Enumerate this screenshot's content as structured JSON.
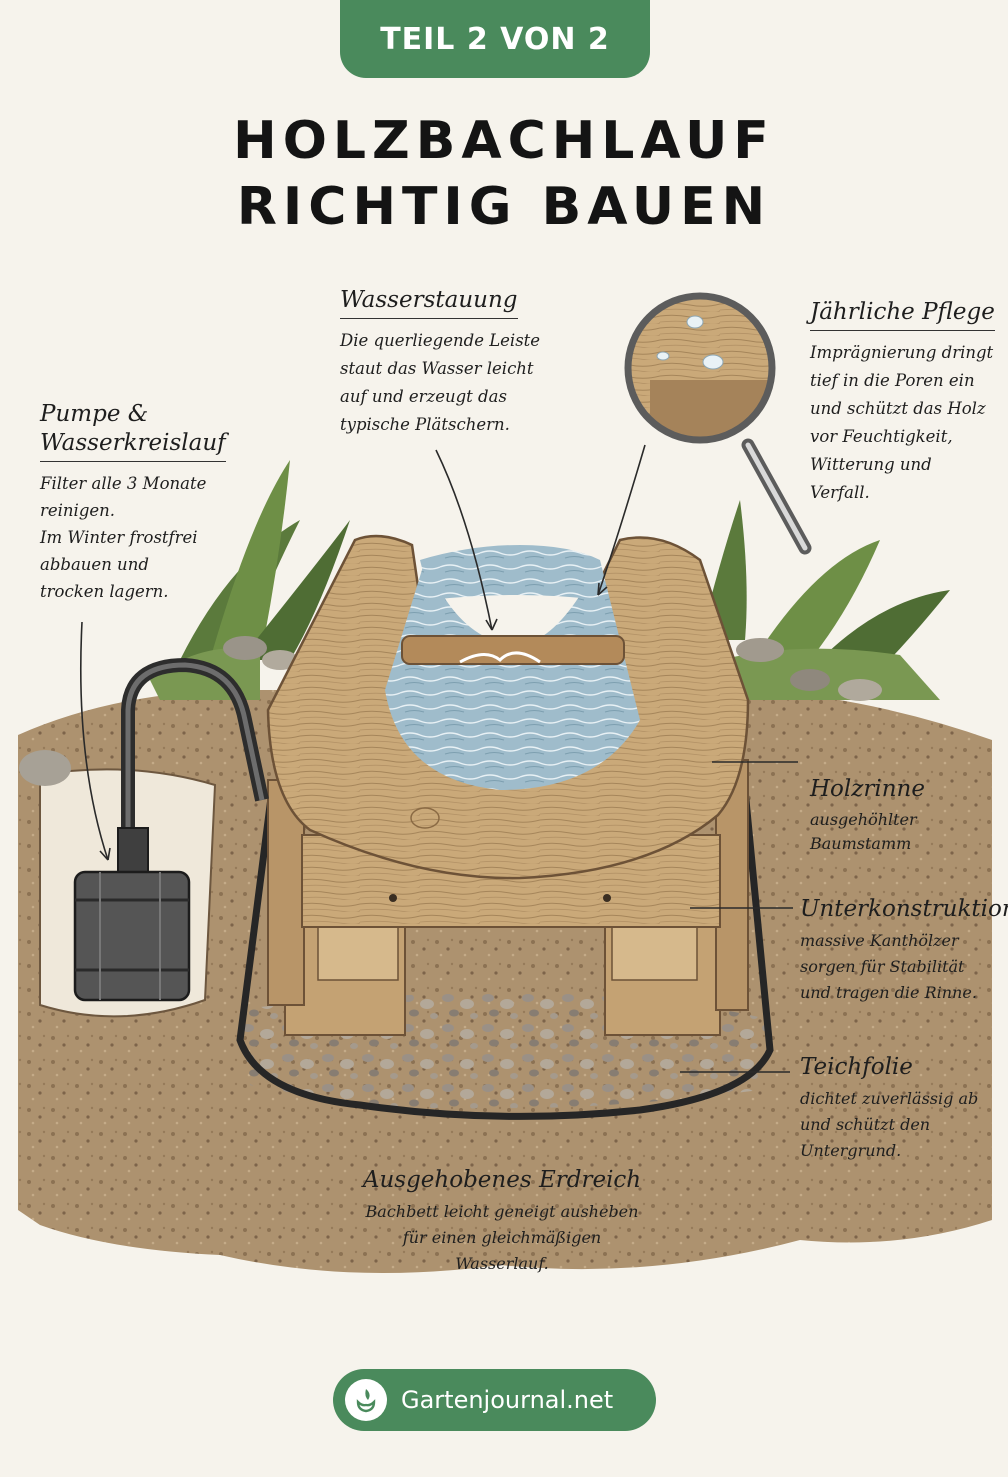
{
  "badge": "TEIL 2 VON 2",
  "title": {
    "line1": "HOLZBACHLAUF",
    "line2": "RICHTIG BAUEN"
  },
  "annotations": {
    "wasserstauung": {
      "heading": "Wasserstauung",
      "lines": [
        "Die querliegende Leiste",
        "staut das Wasser leicht",
        "auf und erzeugt das",
        "typische Plätschern."
      ]
    },
    "pflege": {
      "heading": "Jährliche Pflege",
      "lines": [
        "Imprägnierung dringt",
        "tief in die Poren ein",
        "und schützt das Holz",
        "vor Feuchtigkeit,",
        "Witterung und",
        "Verfall."
      ]
    },
    "pumpe": {
      "heading_line1": "Pumpe &",
      "heading_line2": "Wasserkreislauf",
      "lines": [
        "Filter alle 3 Monate",
        "reinigen.",
        "Im Winter frostfrei",
        "abbauen und",
        "trocken lagern."
      ]
    },
    "holzrinne": {
      "heading": "Holzrinne",
      "lines": [
        "ausgehöhlter",
        "Baumstamm"
      ]
    },
    "unterkonstruktion": {
      "heading": "Unterkonstruktion",
      "lines": [
        "massive Kanthölzer",
        "sorgen für Stabilität",
        "und tragen die Rinne."
      ]
    },
    "teichfolie": {
      "heading": "Teichfolie",
      "lines": [
        "dichtet zuverlässig ab",
        "und schützt den",
        "Untergrund."
      ]
    },
    "erdreich": {
      "heading": "Ausgehobenes Erdreich",
      "lines": [
        "Bachbett leicht geneigt ausheben",
        "für einen gleichmäßigen Wasserlauf."
      ]
    }
  },
  "footer": {
    "site": "Gartenjournal.net"
  },
  "colors": {
    "accent_green": "#4a8a5c",
    "background": "#f6f3ec",
    "wood": "#c9a878",
    "wood_dark": "#8a6a44",
    "soil": "#a88c6a",
    "water": "#9cb8c8",
    "liner": "#2a2a2a"
  },
  "icons": {
    "footer_logo": "leaf-hand-icon",
    "magnifier": "magnifier-icon",
    "pump": "pump-icon"
  }
}
